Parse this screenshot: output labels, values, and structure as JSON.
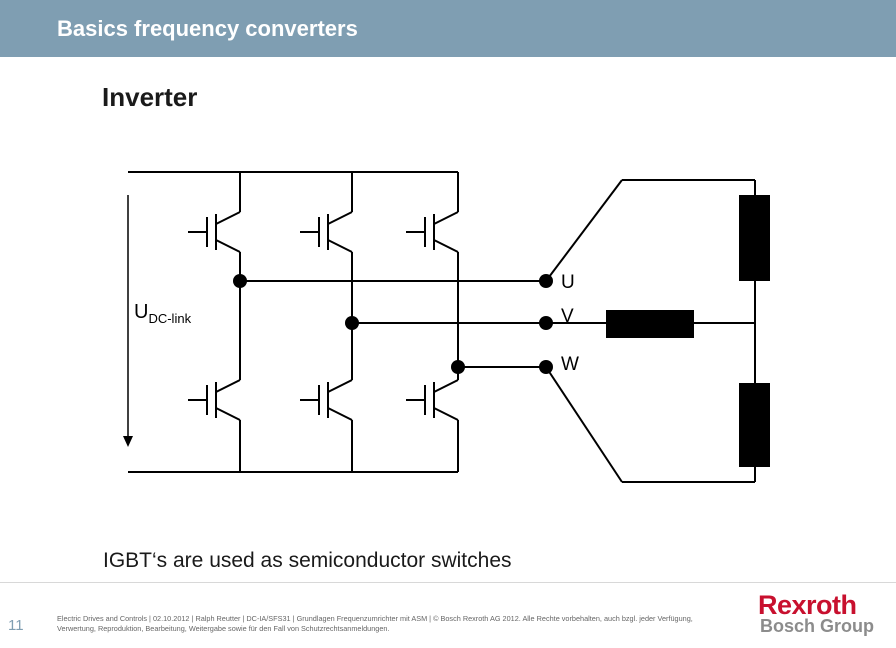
{
  "header": {
    "title": "Basics frequency converters",
    "color": "#7f9eb2"
  },
  "slide": {
    "title": "Inverter",
    "caption": "IGBT‘s are used as semiconductor switches"
  },
  "diagram": {
    "voltage_label": {
      "main": "U",
      "subscript": "DC-link"
    },
    "phase_labels": [
      "U",
      "V",
      "W"
    ]
  },
  "footer": {
    "page_number": "11",
    "text": "Electric Drives and Controls | 02.10.2012 | Ralph Reutter | DC-IA/SFS31 | Grundlagen Frequenzumrichter mit ASM | © Bosch Rexroth AG 2012. Alle Rechte vorbehalten, auch bzgl. jeder Verfügung, Verwertung, Reproduktion, Bearbeitung, Weitergabe sowie für den Fall von Schutzrechtsanmeldungen."
  },
  "logo": {
    "line1": "Rexroth",
    "line2": "Bosch Group",
    "brand_color": "#c8102e"
  }
}
